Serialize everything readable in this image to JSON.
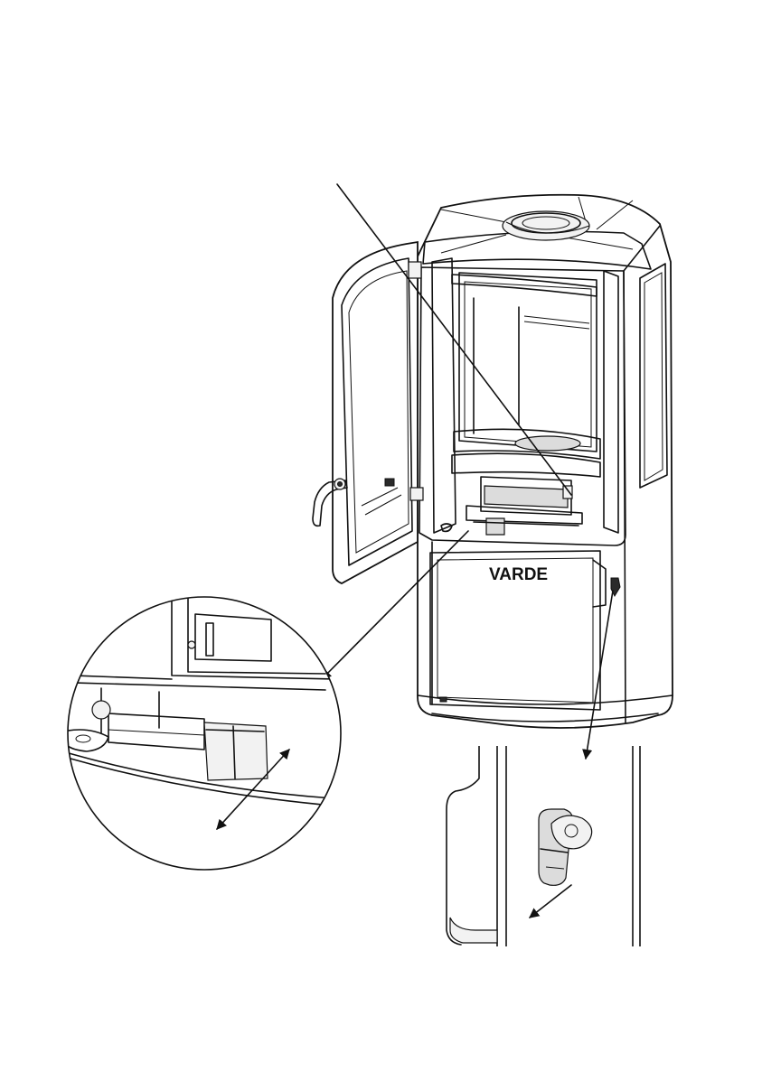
{
  "brand_label": "VARDE",
  "colors": {
    "line": "#111111",
    "background": "#ffffff",
    "shade": "#dcdcdc"
  },
  "icons": [
    "double-headed-arrow",
    "leader-arrow"
  ]
}
